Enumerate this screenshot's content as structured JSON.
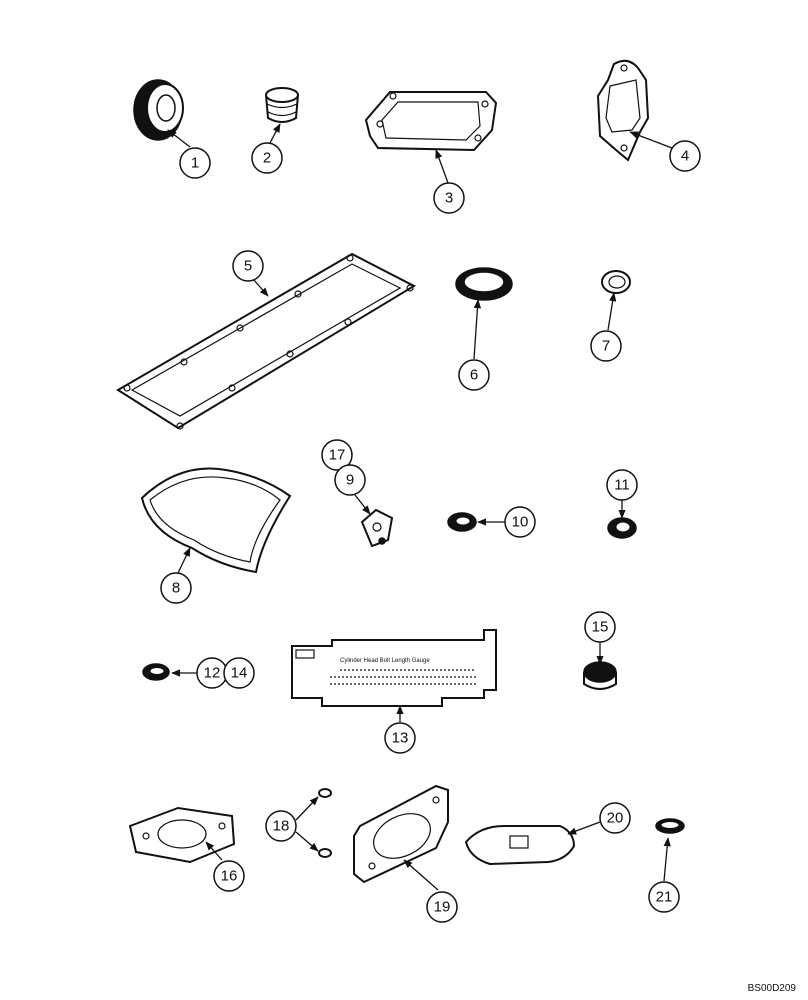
{
  "callouts": {
    "c1": "1",
    "c2": "2",
    "c3": "3",
    "c4": "4",
    "c5": "5",
    "c6": "6",
    "c7": "7",
    "c8": "8",
    "c9": "9",
    "c10": "10",
    "c11": "11",
    "c12": "12",
    "c13": "13",
    "c14": "14",
    "c15": "15",
    "c16": "16",
    "c17": "17",
    "c18": "18",
    "c19": "19",
    "c20": "20",
    "c21": "21"
  },
  "gauge": {
    "title": "Cylinder Head Bolt Length Gauge"
  },
  "reference_code": "BS00D209"
}
